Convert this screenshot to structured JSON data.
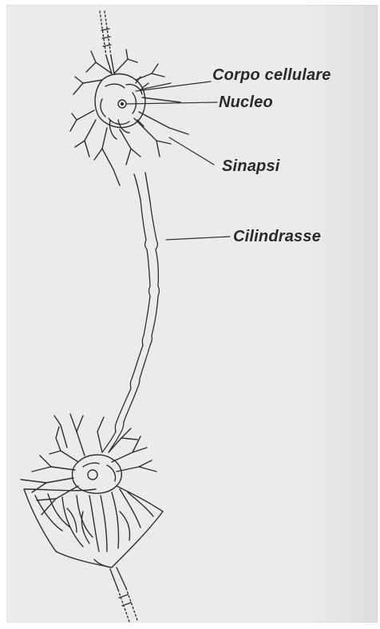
{
  "labels": {
    "corpo_cellulare": "Corpo cellulare",
    "nucleo": "Nucleo",
    "sinapsi": "Sinapsi",
    "cilindrasse": "Cilindrasse"
  },
  "colors": {
    "ink": "#2e2e2e",
    "paper": "#ecebea"
  }
}
